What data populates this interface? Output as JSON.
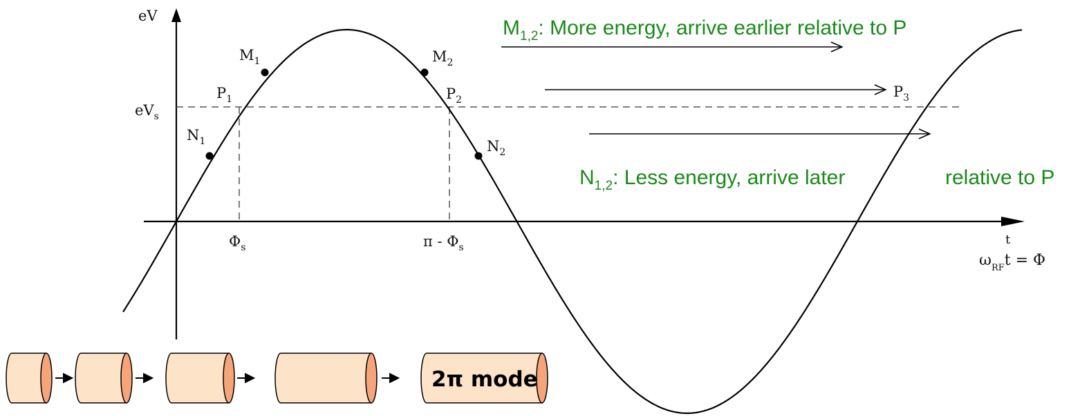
{
  "axes": {
    "y_label": "eV",
    "x_label_top": "t",
    "x_label_omega": "ω",
    "x_label_sub": "RF",
    "x_label_rest": "t = Φ",
    "level_label": "eV",
    "level_sub": "s"
  },
  "ticks": {
    "phi_s": "Φ",
    "phi_s_sub": "s",
    "pi_minus_phi_s": "π - Φ",
    "pi_minus_phi_s_sub": "s"
  },
  "points": {
    "m1": "M",
    "m1_sub": "1",
    "m2": "M",
    "m2_sub": "2",
    "p1": "P",
    "p1_sub": "1",
    "p2": "P",
    "p2_sub": "2",
    "p3": "P",
    "p3_sub": "3",
    "n1": "N",
    "n1_sub": "1",
    "n2": "N",
    "n2_sub": "2"
  },
  "annotations": {
    "m_prefix": "M",
    "m_sub": "1,2",
    "m_text": ": More energy, arrive earlier relative to P",
    "n_prefix": "N",
    "n_sub": "1,2",
    "n_text_a": ": Less energy, arrive later",
    "n_text_b": "relative to P"
  },
  "cavities": {
    "mode_label": "2π mode"
  },
  "colors": {
    "annotation": "#1a8a1a",
    "cavity_fill": "#fde3c8",
    "cavity_end": "#f4a57a"
  }
}
